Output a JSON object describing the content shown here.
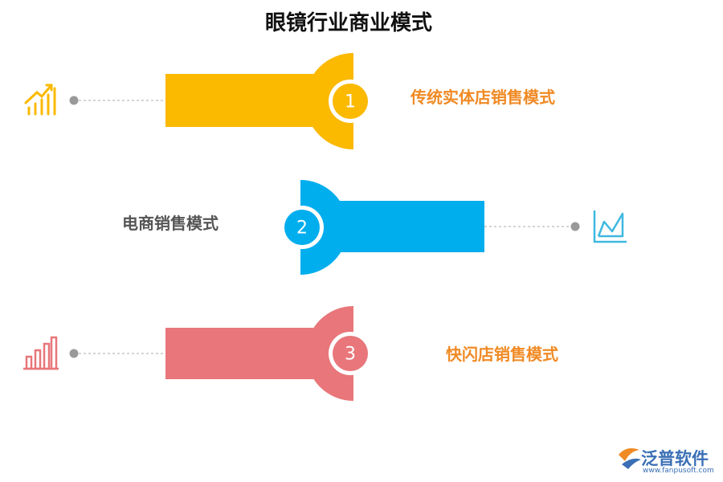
{
  "title": "眼镜行业商业模式",
  "items": [
    {
      "number": "1",
      "label": "传统实体店销售模式",
      "color": "#fbb900"
    },
    {
      "number": "2",
      "label": "电商销售模式",
      "color": "#00aeee"
    },
    {
      "number": "3",
      "label": "快闪店销售模式",
      "color": "#e8767a"
    }
  ],
  "icons": [
    "rising-bars-icon",
    "line-chart-icon",
    "bar-chart-icon"
  ],
  "logo": {
    "name": "泛普软件",
    "url": "www.fanpusoft.com"
  }
}
